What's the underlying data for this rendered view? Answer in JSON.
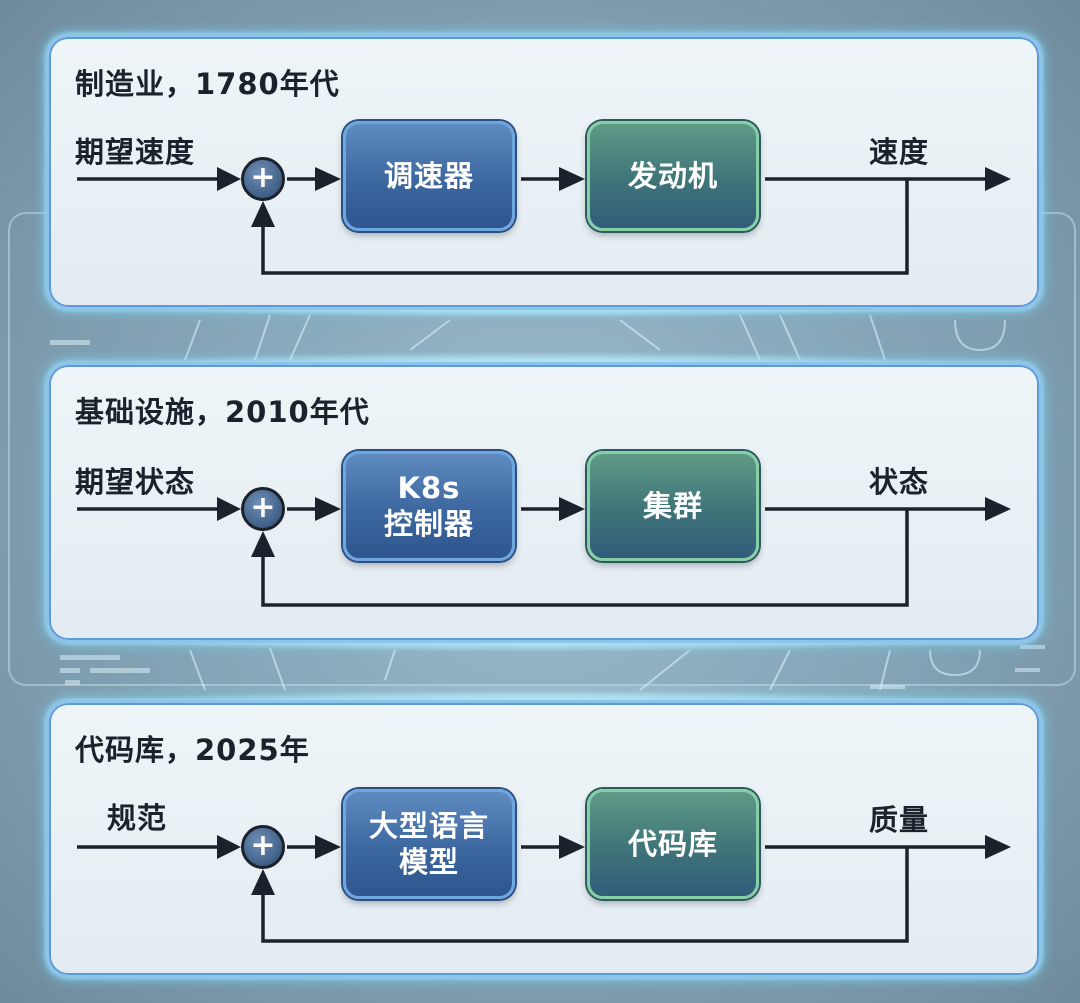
{
  "diagram": {
    "type": "feedback-control-loop-comparison",
    "panels": [
      {
        "title": "制造业，1780年代",
        "input_label": "期望速度",
        "summing_junction_symbol": "+",
        "controller": [
          "调速器"
        ],
        "plant": [
          "发动机"
        ],
        "output_label": "速度"
      },
      {
        "title": "基础设施，2010年代",
        "input_label": "期望状态",
        "summing_junction_symbol": "+",
        "controller": [
          "K8s",
          "控制器"
        ],
        "plant": [
          "集群"
        ],
        "output_label": "状态"
      },
      {
        "title": "代码库，2025年",
        "input_label": "规范",
        "summing_junction_symbol": "+",
        "controller": [
          "大型语言",
          "模型"
        ],
        "plant": [
          "代码库"
        ],
        "output_label": "质量"
      }
    ],
    "colors": {
      "panel_border": "#8fc3ea",
      "controller_block": "#3c679f",
      "plant_block": "#3f7479",
      "wire": "#1b222b",
      "text": "#1b222b"
    }
  }
}
